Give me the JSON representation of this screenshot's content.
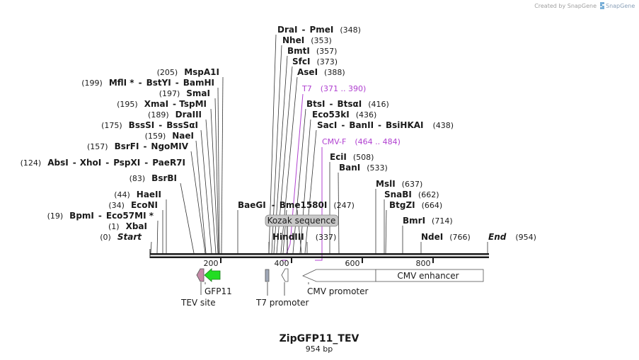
{
  "credit": "Created by SnapGene",
  "title": "ZipGFP11_TEV",
  "length_label": "954 bp",
  "ticks": [
    "200",
    "400",
    "600",
    "800"
  ],
  "enzymes": [
    {
      "name": "DraI",
      "b": "PmeI",
      "pos": "(348)"
    },
    {
      "name": "NheI",
      "pos": "(353)"
    },
    {
      "name": "BmtI",
      "pos": "(357)"
    },
    {
      "name": "SfcI",
      "pos": "(373)"
    },
    {
      "name": "AseI",
      "pos": "(388)"
    },
    {
      "name": "BtsI",
      "b": "BtsαI",
      "pos": "(416)"
    },
    {
      "name": "Eco53kI",
      "pos": "(436)"
    },
    {
      "name": "SacI",
      "b": "BanII",
      "c": "BsiHKAI",
      "pos": "(438)"
    },
    {
      "name": "EciI",
      "pos": "(508)"
    },
    {
      "name": "BanI",
      "pos": "(533)"
    },
    {
      "name": "MslI",
      "pos": "(637)"
    },
    {
      "name": "SnaBI",
      "pos": "(662)"
    },
    {
      "name": "BtgZI",
      "pos": "(664)"
    },
    {
      "name": "BmrI",
      "pos": "(714)"
    },
    {
      "name": "NdeI",
      "pos": "(766)"
    },
    {
      "name": "End",
      "pos": "(954)"
    },
    {
      "name": "MspA1I",
      "pos": "(205)"
    },
    {
      "name": "MflI *",
      "b": "BstYI",
      "c": "BamHI",
      "pos": "(199)"
    },
    {
      "name": "SmaI",
      "pos": "(197)"
    },
    {
      "name": "XmaI",
      "b": "TspMI",
      "pos": "(195)"
    },
    {
      "name": "DraIII",
      "pos": "(189)"
    },
    {
      "name": "BssSI",
      "b": "BssSαI",
      "pos": "(175)"
    },
    {
      "name": "NaeI",
      "pos": "(159)"
    },
    {
      "name": "BsrFI",
      "b": "NgoMIV",
      "pos": "(157)"
    },
    {
      "name": "AbsI",
      "b": "XhoI",
      "c": "PspXI",
      "d": "PaeR7I",
      "pos": "(124)"
    },
    {
      "name": "BsrBI",
      "pos": "(83)"
    },
    {
      "name": "HaeII",
      "pos": "(44)"
    },
    {
      "name": "EcoNI",
      "pos": "(34)"
    },
    {
      "name": "BpmI",
      "b": "Eco57MI *",
      "pos": "(19)"
    },
    {
      "name": "XbaI",
      "pos": "(1)"
    },
    {
      "name": "Start",
      "pos": "(0)"
    },
    {
      "name": "BaeGI",
      "b": "Bme1580I",
      "pos": "(247)"
    },
    {
      "name": "HindIII",
      "pos": "(337)"
    }
  ],
  "primers": [
    {
      "name": "T7",
      "range": "(371 .. 390)"
    },
    {
      "name": "CMV-F",
      "range": "(464 .. 484)"
    }
  ],
  "features": {
    "kozak": "Kozak sequence",
    "gfp11": "GFP11",
    "tev": "TEV site",
    "t7": "T7 promoter",
    "cmv_promoter": "CMV promoter",
    "cmv_enhancer": "CMV enhancer"
  },
  "colors": {
    "primer": "#b040d0",
    "gfp11": "#22dd22",
    "tev": "#c48aa6",
    "t7": "#a0a8b8",
    "kozak_fill": "#c8c8c8"
  }
}
